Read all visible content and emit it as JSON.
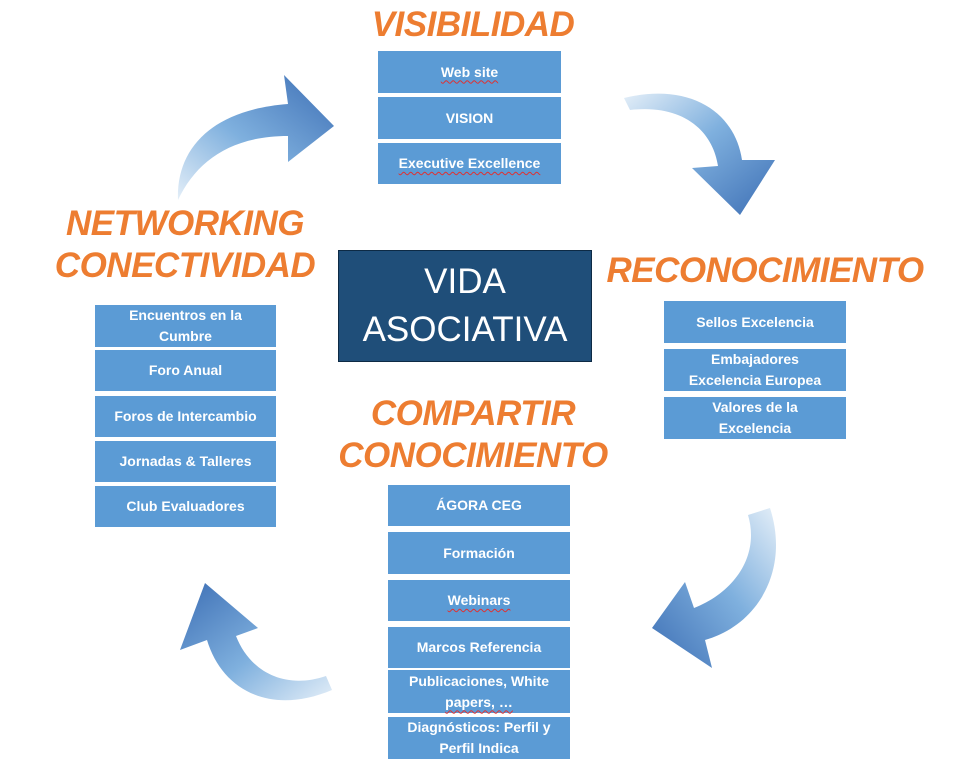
{
  "center": {
    "line1": "VIDA",
    "line2": "ASOCIATIVA"
  },
  "visibilidad": {
    "title": "VISIBILIDAD",
    "items": [
      "Web site",
      "VISION",
      "Executive Excellence"
    ]
  },
  "reconocimiento": {
    "title": "RECONOCIMIENTO",
    "items": [
      [
        "Sellos Excelencia"
      ],
      [
        "Embajadores",
        "Excelencia Europea"
      ],
      [
        "Valores de la",
        "Excelencia"
      ]
    ]
  },
  "compartir": {
    "title_line1": "COMPARTIR",
    "title_line2": "CONOCIMIENTO",
    "items": [
      [
        "ÁGORA CEG"
      ],
      [
        "Formación"
      ],
      [
        "Webinars"
      ],
      [
        "Marcos Referencia"
      ],
      [
        "Publicaciones, White",
        "papers, …"
      ],
      [
        "Diagnósticos: Perfil y",
        "Perfil Indica"
      ]
    ]
  },
  "networking": {
    "title_line1": "NETWORKING",
    "title_line2": "CONECTIVIDAD",
    "items": [
      [
        "Encuentros en la",
        "Cumbre"
      ],
      [
        "Foro Anual"
      ],
      [
        "Foros de Intercambio"
      ],
      [
        "Jornadas & Talleres"
      ],
      [
        "Club Evaluadores"
      ]
    ]
  },
  "colors": {
    "heading": "#ED7D31",
    "box_fill": "#5B9BD5",
    "center_fill": "#1F4E79",
    "arrow_dark": "#3D6FB5",
    "arrow_light": "#C5DDF2"
  }
}
